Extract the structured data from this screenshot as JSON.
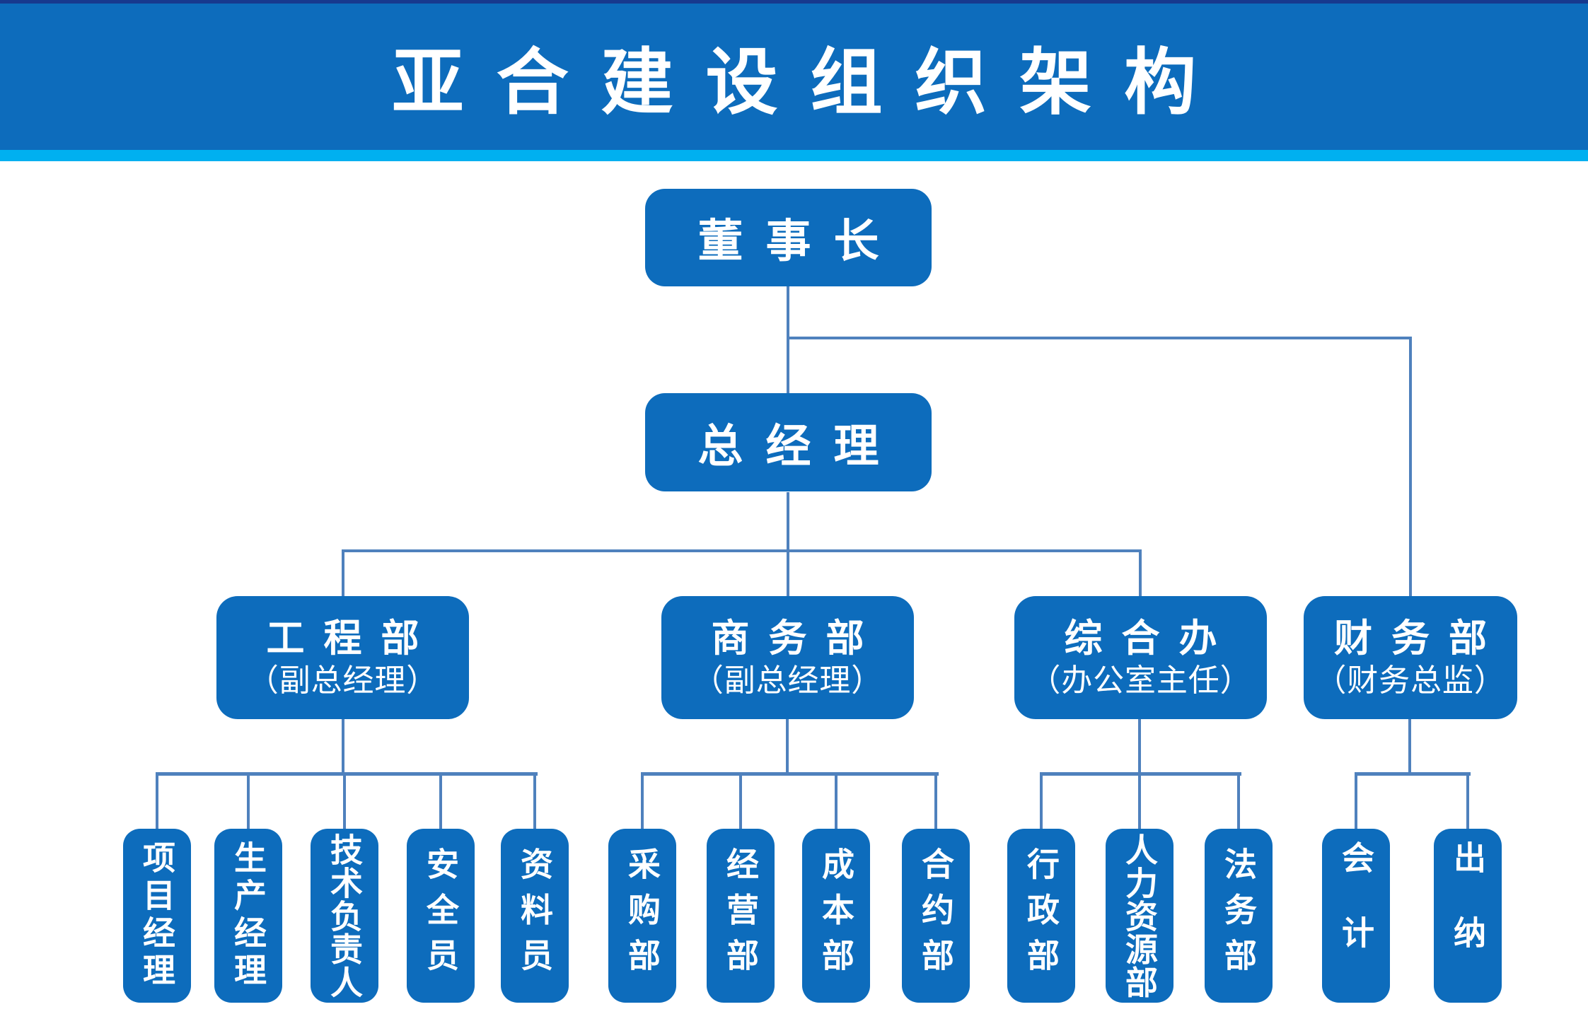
{
  "banner": {
    "title": "亚合建设组织架构"
  },
  "colors": {
    "primary_blue": "#0d6cbc",
    "top_strip_navy": "#17398e",
    "stripe_cyan": "#00b0f0",
    "connector_blue": "#4f81bd",
    "text_white": "#ffffff"
  },
  "org": {
    "level1": {
      "title": "董事长"
    },
    "level2": {
      "title": "总经理"
    },
    "departments": [
      {
        "title": "工程部",
        "subtitle": "（副总经理）",
        "children": [
          "项目经理",
          "生产经理",
          "技术负责人",
          "安全员",
          "资料员"
        ]
      },
      {
        "title": "商务部",
        "subtitle": "（副总经理）",
        "children": [
          "采购部",
          "经营部",
          "成本部",
          "合约部"
        ]
      },
      {
        "title": "综合办",
        "subtitle": "（办公室主任）",
        "children": [
          "行政部",
          "人力资源部",
          "法务部"
        ]
      },
      {
        "title": "财务部",
        "subtitle": "（财务总监）",
        "children": [
          "会计",
          "出纳"
        ]
      }
    ]
  }
}
